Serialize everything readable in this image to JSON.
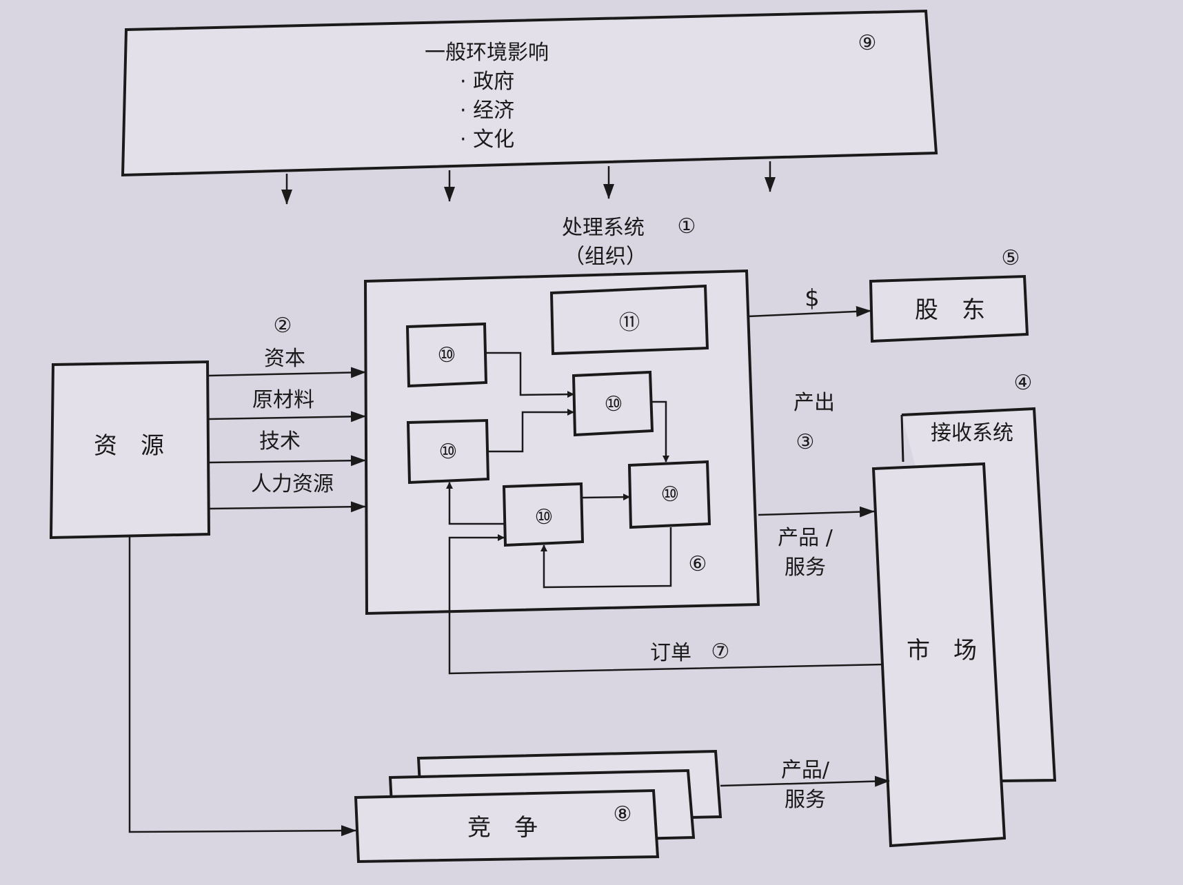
{
  "env": {
    "title": "一般环境影响",
    "items": [
      "· 政府",
      "· 经济",
      "· 文化"
    ],
    "marker": "⑨"
  },
  "processing": {
    "title": "处理系统",
    "marker": "①",
    "subtitle": "（组织）",
    "subsystem_marker": "⑩",
    "special_marker": "⑪",
    "loop_marker": "⑥"
  },
  "resources": {
    "label": "资　源",
    "marker": "②",
    "inputs": [
      "资本",
      "原材料",
      "技术",
      "人力资源"
    ]
  },
  "shareholders": {
    "label": "股　东",
    "marker": "⑤",
    "flow": "$"
  },
  "output": {
    "label": "产出",
    "marker": "③"
  },
  "receiving": {
    "label": "接收系统",
    "marker": "④"
  },
  "market": {
    "label": "市　场"
  },
  "products1": {
    "line1": "产品 /",
    "line2": "服务"
  },
  "orders": {
    "label": "订单",
    "marker": "⑦"
  },
  "competition": {
    "label": "竞　争",
    "marker": "⑧"
  },
  "products2": {
    "line1": "产品/",
    "line2": "服务"
  }
}
